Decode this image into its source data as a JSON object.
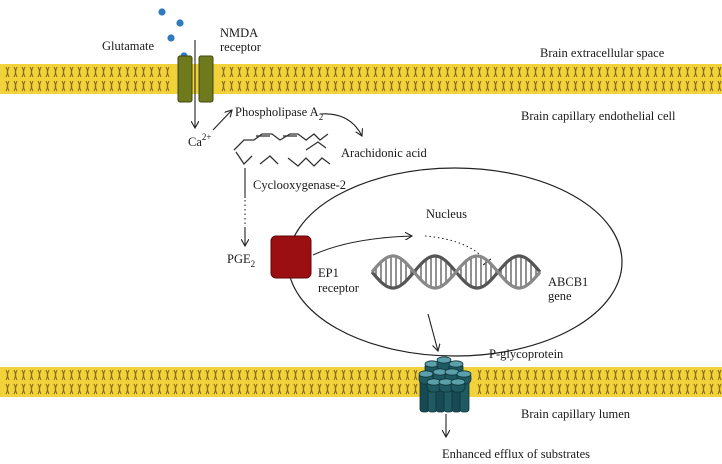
{
  "labels": {
    "glutamate": "Glutamate",
    "nmda_line1": "NMDA",
    "nmda_line2": "receptor",
    "extracellular": "Brain extracellular space",
    "endothelial": "Brain capillary endothelial cell",
    "calcium": "Ca",
    "calcium_sup": "2+",
    "phospholipase": "Phospholipase A",
    "phospholipase_sub": "2",
    "arachidonic": "Arachidonic acid",
    "cox2": "Cyclooxygenase-2",
    "pge": "PGE",
    "pge_sub": "2",
    "nucleus": "Nucleus",
    "ep1_line1": "EP1",
    "ep1_line2": "receptor",
    "abcb1_line1": "ABCB1",
    "abcb1_line2": "gene",
    "pgp": "P-glycoprotein",
    "lumen": "Brain capillary lumen",
    "efflux": "Enhanced efflux of substrates"
  },
  "colors": {
    "membrane": "#f2d23b",
    "lipid_tail": "#8a6a1c",
    "nmda_channel": "#6e7a1c",
    "ep1_receptor": "#9b0f12",
    "pgp_dark": "#1f5a63",
    "pgp_light": "#5a9fa9",
    "glutamate_dot": "#2f7bbd",
    "dna": "#555555"
  },
  "icons": {
    "glutamate": "molecule-dot",
    "nmda": "ion-channel",
    "ep1": "receptor-block",
    "pgp": "transporter-barrel",
    "gene": "dna-helix"
  }
}
